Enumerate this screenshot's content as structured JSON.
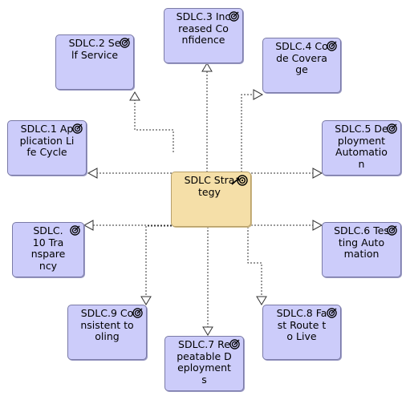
{
  "center": {
    "label": "SDLC Strategy",
    "icon": "goal-icon",
    "fill": "#f5dfa8"
  },
  "nodes": [
    {
      "id": "sdlc3",
      "label": "SDLC.3 Increased Confidence",
      "icon": "goal-icon"
    },
    {
      "id": "sdlc2",
      "label": "SDLC.2 Self Service",
      "icon": "goal-icon"
    },
    {
      "id": "sdlc4",
      "label": "SDLC.4 Code Coverage",
      "icon": "goal-icon"
    },
    {
      "id": "sdlc1",
      "label": "SDLC.1 Application Life Cycle",
      "icon": "goal-icon"
    },
    {
      "id": "sdlc5",
      "label": "SDLC.5 Deployment Automation",
      "icon": "goal-icon"
    },
    {
      "id": "sdlc10",
      "label": "SDLC.10 Transparency",
      "icon": "goal-icon"
    },
    {
      "id": "sdlc6",
      "label": "SDLC.6 Testing Automation",
      "icon": "goal-icon"
    },
    {
      "id": "sdlc9",
      "label": "SDLC.9 Consistent tooling",
      "icon": "goal-icon"
    },
    {
      "id": "sdlc8",
      "label": "SDLC.8 Fast Route to Live",
      "icon": "goal-icon"
    },
    {
      "id": "sdlc7",
      "label": "SDLC.7 Repeatable Deployments",
      "icon": "goal-icon"
    }
  ],
  "colors": {
    "goal_fill": "#ccccfa",
    "goal_border": "#7a7aa6",
    "connector": "#333333"
  }
}
